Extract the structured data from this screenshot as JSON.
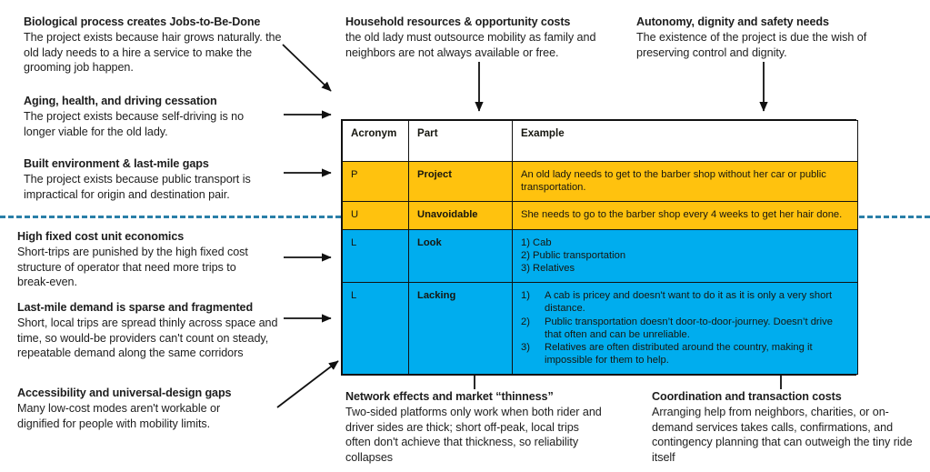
{
  "colors": {
    "yellow": "#FFC20E",
    "blue": "#00ADEE",
    "divider": "#2a7fa8",
    "text": "#1d1d1d",
    "border": "#111111"
  },
  "notes": {
    "biological_process": {
      "title": "Biological process creates Jobs-to-Be-Done",
      "body": "The project exists because hair grows naturally. the old lady needs to a hire a service to make the grooming job happen."
    },
    "aging_health": {
      "title": "Aging, health, and driving cessation",
      "body": "The project exists because self-driving is no longer viable for the old lady."
    },
    "built_environment": {
      "title": "Built environment & last-mile gaps",
      "body": "The project exists because public transport is impractical for origin and destination pair."
    },
    "household_resources": {
      "title": "Household resources & opportunity costs",
      "body": "the old lady must outsource mobility as family and neighbors are not always available or free."
    },
    "autonomy_dignity": {
      "title": "Autonomy, dignity and safety needs",
      "body": "The existence of the project is due the wish of preserving control and dignity."
    },
    "high_fixed_cost": {
      "title": "High fixed cost unit economics",
      "body": "Short-trips are punished by the high fixed cost structure of operator that need more trips to break-even."
    },
    "last_mile_demand": {
      "title": "Last-mile demand is sparse and fragmented",
      "body": "Short, local trips are spread thinly across space and time, so would-be providers can't count on steady, repeatable demand along the same corridors"
    },
    "accessibility": {
      "title": "Accessibility and universal-design gaps",
      "body": "Many low-cost modes aren't workable or dignified for people with mobility limits."
    },
    "network_effects": {
      "title": "Network effects and market “thinness”",
      "body": "Two-sided platforms only work when both rider and driver sides are thick; short off-peak, local trips often don't achieve that thickness, so reliability collapses"
    },
    "coordination_costs": {
      "title": "Coordination and transaction costs",
      "body": "Arranging help from neighbors, charities, or on-demand services takes calls, confirmations, and contingency planning that can outweigh the tiny ride itself"
    }
  },
  "table": {
    "headers": {
      "acronym": "Acronym",
      "part": "Part",
      "example": "Example"
    },
    "rows": [
      {
        "acronym": "P",
        "part": "Project",
        "example_type": "paragraph",
        "example": "An old lady needs to get to the barber shop without her car or public transportation.",
        "fill": "yellow"
      },
      {
        "acronym": "U",
        "part": "Unavoidable",
        "example_type": "paragraph",
        "example": "She needs to go to the barber shop every 4 weeks to get her hair done.",
        "fill": "yellow"
      },
      {
        "acronym": "L",
        "part": "Look",
        "example_type": "inline-list",
        "example_items": [
          "1) Cab",
          "2) Public transportation",
          "3) Relatives"
        ],
        "fill": "blue"
      },
      {
        "acronym": "L",
        "part": "Lacking",
        "example_type": "hanging-list",
        "example_items": [
          {
            "marker": "1)",
            "text": "A cab is pricey and doesn't want to do it as it is only a very short distance."
          },
          {
            "marker": "2)",
            "text": "Public transportation doesn’t door-to-door-journey. Doesn’t drive that often and can be unreliable."
          },
          {
            "marker": "3)",
            "text": "Relatives are often distributed around the country, making it impossible for them to help."
          }
        ],
        "fill": "blue"
      }
    ]
  }
}
